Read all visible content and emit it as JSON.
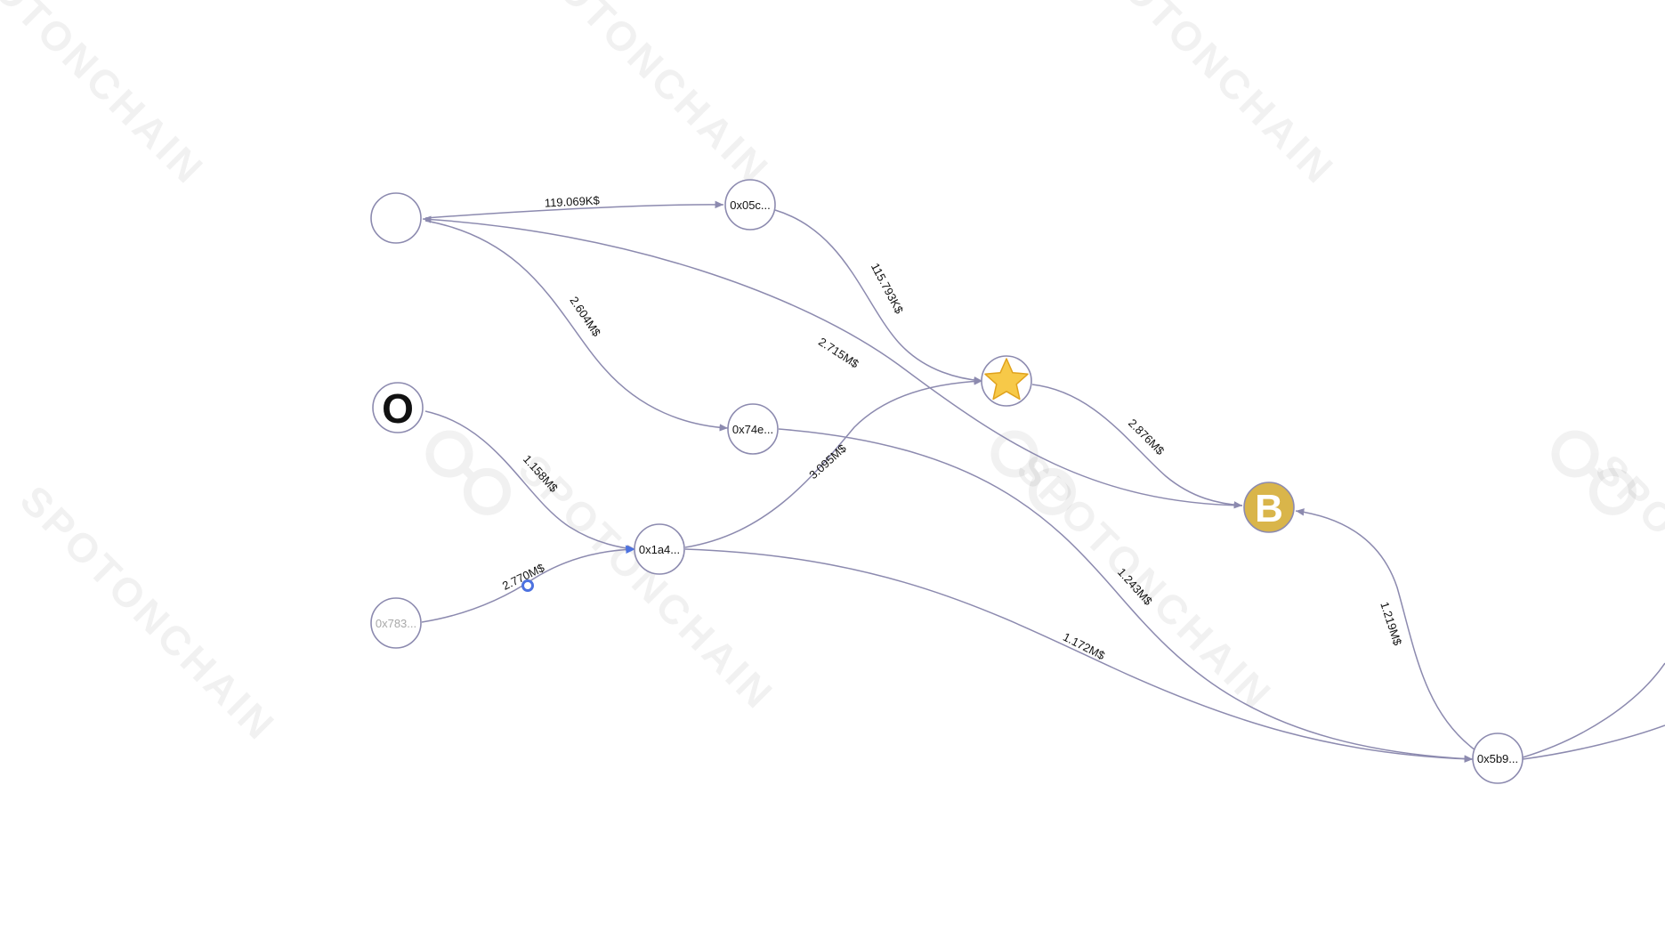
{
  "watermark": {
    "text": "SPOTONCHAIN"
  },
  "colors": {
    "edge": "#8c8aaf",
    "node_border": "#8c8aaf",
    "selected_edge": "#4d72e0",
    "b_node_fill": "#d9b54a",
    "star_fill": "#f7c948",
    "star_stroke": "#e0a21c"
  },
  "nodes": [
    {
      "id": "n_top",
      "label": "",
      "kind": "blank"
    },
    {
      "id": "n_o",
      "label": "O",
      "kind": "letter"
    },
    {
      "id": "n_783",
      "label": "0x783...",
      "kind": "address-dim"
    },
    {
      "id": "n_05c",
      "label": "0x05c...",
      "kind": "address"
    },
    {
      "id": "n_74e",
      "label": "0x74e...",
      "kind": "address"
    },
    {
      "id": "n_1a4",
      "label": "0x1a4...",
      "kind": "address"
    },
    {
      "id": "n_star",
      "label": "",
      "kind": "star-icon"
    },
    {
      "id": "n_b",
      "label": "B",
      "kind": "b-coin"
    },
    {
      "id": "n_5b9",
      "label": "0x5b9...",
      "kind": "address"
    }
  ],
  "edges": [
    {
      "id": "e1",
      "from": "n_top",
      "to": "n_05c",
      "label": "119.069K$"
    },
    {
      "id": "e2",
      "from": "n_top",
      "to": "n_74e",
      "label": "2.604M$"
    },
    {
      "id": "e3",
      "from": "n_top",
      "to": "n_b",
      "label": "2.715M$"
    },
    {
      "id": "e4",
      "from": "n_05c",
      "to": "n_star",
      "label": "115.793K$"
    },
    {
      "id": "e5",
      "from": "n_o",
      "to": "n_1a4",
      "label": "1.158M$"
    },
    {
      "id": "e6",
      "from": "n_783",
      "to": "n_1a4",
      "label": "2.770M$",
      "selected": true
    },
    {
      "id": "e7",
      "from": "n_1a4",
      "to": "n_star",
      "label": "3.095M$"
    },
    {
      "id": "e8",
      "from": "n_star",
      "to": "n_b",
      "label": "2.876M$"
    },
    {
      "id": "e9",
      "from": "n_74e",
      "to": "n_5b9",
      "label": "1.243M$"
    },
    {
      "id": "e10",
      "from": "n_1a4",
      "to": "n_5b9",
      "label": "1.172M$"
    },
    {
      "id": "e11",
      "from": "n_5b9",
      "to": "n_b",
      "label": "1.219M$"
    },
    {
      "id": "e12",
      "from": "n_5b9",
      "to": "",
      "label": ""
    },
    {
      "id": "e13",
      "from": "n_5b9",
      "to": "",
      "label": ""
    }
  ]
}
